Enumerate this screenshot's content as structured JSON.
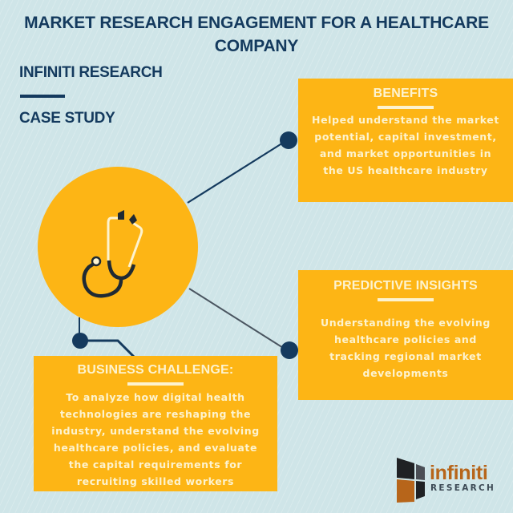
{
  "header": {
    "title_line1": "MARKET RESEARCH ENGAGEMENT FOR A HEALTHCARE",
    "title_line2": "COMPANY",
    "organization": "INFINITI RESEARCH",
    "document_type": "CASE STUDY"
  },
  "central_icon": "stethoscope-icon",
  "cards": {
    "benefits": {
      "heading": "BENEFITS",
      "lines": [
        "Helped understand the market",
        "potential, capital investment,",
        "and market opportunities in",
        "the US healthcare industry"
      ]
    },
    "predictive_insights": {
      "heading": "PREDICTIVE INSIGHTS",
      "lines": [
        "Understanding the evolving",
        "healthcare policies and",
        "tracking regional market",
        "developments"
      ]
    },
    "business_challenge": {
      "heading": "BUSINESS CHALLENGE:",
      "lines": [
        "To analyze how digital health",
        "technologies are reshaping the",
        "industry, understand the evolving",
        "healthcare policies, and evaluate",
        "the capital requirements for",
        "recruiting skilled workers"
      ]
    }
  },
  "logo": {
    "word": "infiniti",
    "sub": "RESEARCH"
  },
  "colors": {
    "background": "#cfe5e8",
    "navy": "#143a5e",
    "accent_yellow": "#fdb515",
    "card_text": "#fdf3cf",
    "logo_orange": "#b7651a"
  }
}
